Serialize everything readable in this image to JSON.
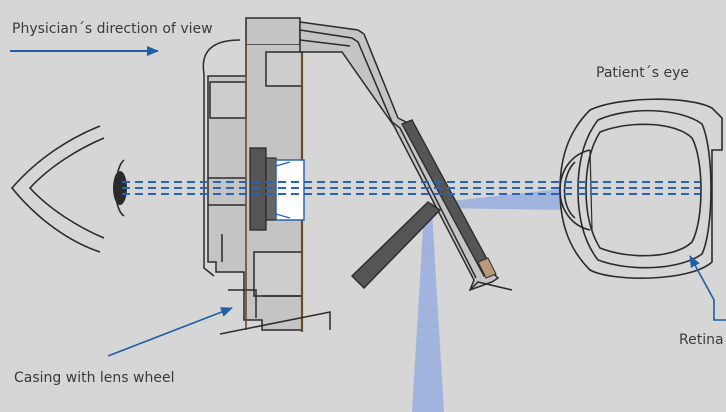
{
  "labels": {
    "physician_direction": "Physician´s direction of view",
    "patient_eye": "Patient´s eye",
    "retina": "Retina",
    "casing": "Casing with lens wheel"
  },
  "colors": {
    "background": "#d6d6d6",
    "outline": "#2b2b2b",
    "casing_fill": "#c4c4c4",
    "casing_fill_light": "#cdcdcd",
    "dark_part": "#555555",
    "lens_fill": "#ffffff",
    "lens_outline": "#2a64b6",
    "arrow_blue": "#1f5fa8",
    "light_beam": "#8fa8e0",
    "casing_edge": "#6b4a2a"
  },
  "icons": {
    "physician_eye": "physician-eye-icon",
    "patient_eye": "patient-eye-icon"
  }
}
